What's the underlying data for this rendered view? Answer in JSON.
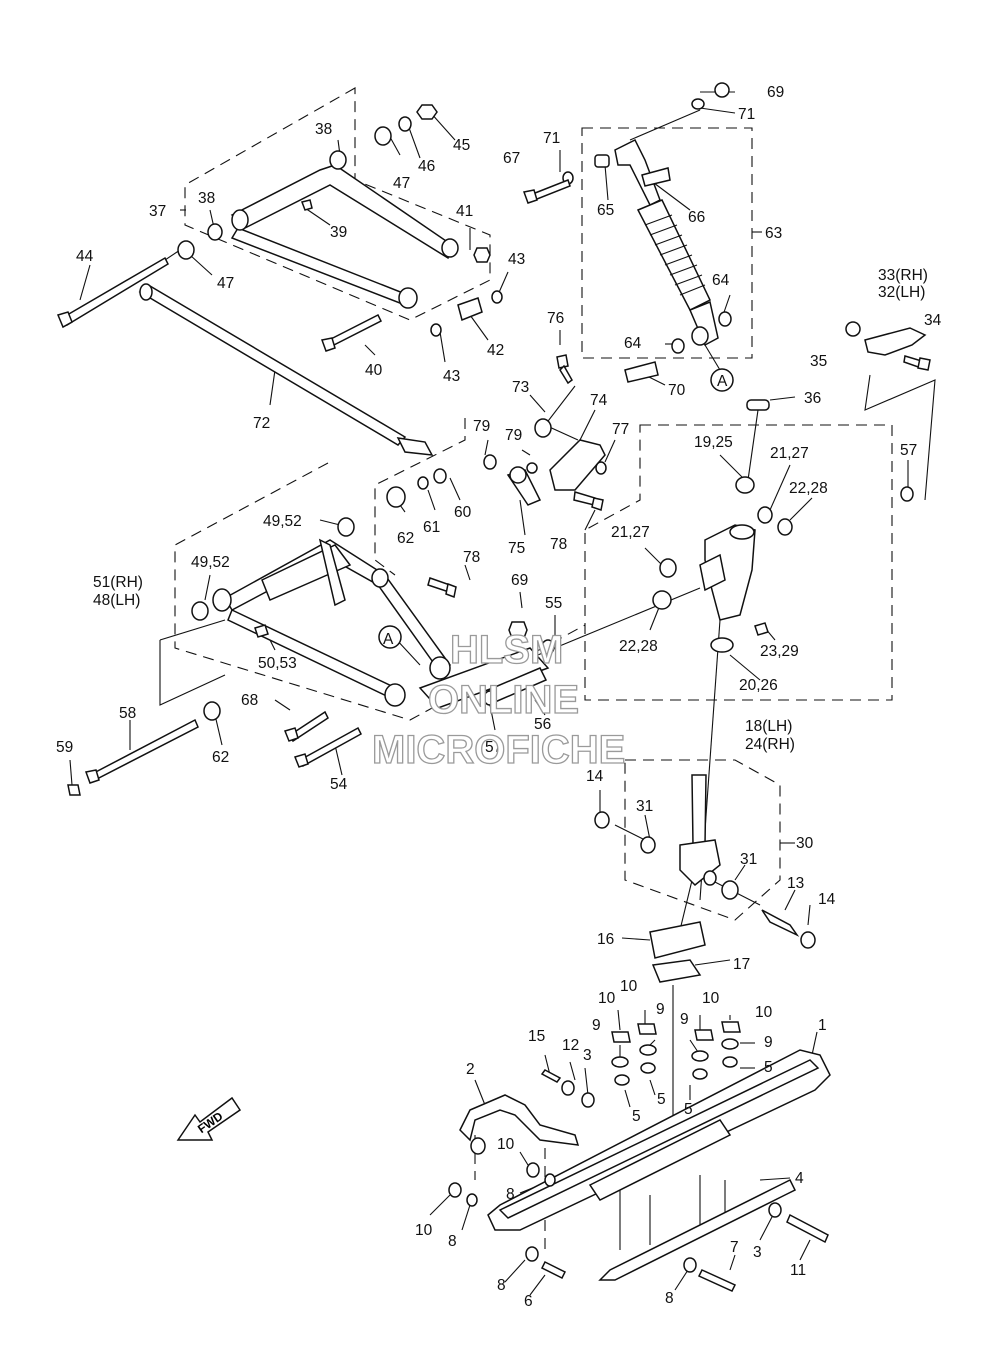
{
  "labels": [
    {
      "id": "l69",
      "text": "69"
    },
    {
      "id": "l71a",
      "text": "71"
    },
    {
      "id": "l38a",
      "text": "38"
    },
    {
      "id": "l45",
      "text": "45"
    },
    {
      "id": "l46",
      "text": "46"
    },
    {
      "id": "l47a",
      "text": "47"
    },
    {
      "id": "l71b",
      "text": "71"
    },
    {
      "id": "l67",
      "text": "67"
    },
    {
      "id": "l65",
      "text": "65"
    },
    {
      "id": "l66",
      "text": "66"
    },
    {
      "id": "l63",
      "text": "63"
    },
    {
      "id": "l37",
      "text": "37"
    },
    {
      "id": "l38b",
      "text": "38"
    },
    {
      "id": "l39",
      "text": "39"
    },
    {
      "id": "l41",
      "text": "41"
    },
    {
      "id": "l44",
      "text": "44"
    },
    {
      "id": "l47b",
      "text": "47"
    },
    {
      "id": "l43a",
      "text": "43"
    },
    {
      "id": "l42",
      "text": "42"
    },
    {
      "id": "l40",
      "text": "40"
    },
    {
      "id": "l43b",
      "text": "43"
    },
    {
      "id": "l64a",
      "text": "64"
    },
    {
      "id": "l64b",
      "text": "64"
    },
    {
      "id": "l70",
      "text": "70"
    },
    {
      "id": "lA1",
      "text": "A"
    },
    {
      "id": "l76",
      "text": "76"
    },
    {
      "id": "l33",
      "text": "33(RH)"
    },
    {
      "id": "l32",
      "text": "32(LH)"
    },
    {
      "id": "l34",
      "text": "34"
    },
    {
      "id": "l35",
      "text": "35"
    },
    {
      "id": "l72",
      "text": "72"
    },
    {
      "id": "l73",
      "text": "73"
    },
    {
      "id": "l74",
      "text": "74"
    },
    {
      "id": "l36",
      "text": "36"
    },
    {
      "id": "l79a",
      "text": "79"
    },
    {
      "id": "l79b",
      "text": "79"
    },
    {
      "id": "l77",
      "text": "77"
    },
    {
      "id": "l1925",
      "text": "19,25"
    },
    {
      "id": "l2127a",
      "text": "21,27"
    },
    {
      "id": "l57a",
      "text": "57"
    },
    {
      "id": "l2228a",
      "text": "22,28"
    },
    {
      "id": "l62a",
      "text": "62"
    },
    {
      "id": "l61",
      "text": "61"
    },
    {
      "id": "l60",
      "text": "60"
    },
    {
      "id": "l4952a",
      "text": "49,52"
    },
    {
      "id": "l75",
      "text": "75"
    },
    {
      "id": "l78a",
      "text": "78"
    },
    {
      "id": "l2127b",
      "text": "21,27"
    },
    {
      "id": "l4952b",
      "text": "49,52"
    },
    {
      "id": "l78b",
      "text": "78"
    },
    {
      "id": "l51",
      "text": "51(RH)"
    },
    {
      "id": "l48",
      "text": "48(LH)"
    },
    {
      "id": "l69b",
      "text": "69"
    },
    {
      "id": "l55",
      "text": "55"
    },
    {
      "id": "l2228b",
      "text": "22,28"
    },
    {
      "id": "l2329",
      "text": "23,29"
    },
    {
      "id": "lA2",
      "text": "A"
    },
    {
      "id": "l5053",
      "text": "50,53"
    },
    {
      "id": "l2026",
      "text": "20,26"
    },
    {
      "id": "l68",
      "text": "68"
    },
    {
      "id": "l58",
      "text": "58"
    },
    {
      "id": "l18",
      "text": "18(LH)"
    },
    {
      "id": "l24",
      "text": "24(RH)"
    },
    {
      "id": "l56",
      "text": "56"
    },
    {
      "id": "l57b",
      "text": "57"
    },
    {
      "id": "l59",
      "text": "59"
    },
    {
      "id": "l62b",
      "text": "62"
    },
    {
      "id": "l54",
      "text": "54"
    },
    {
      "id": "l14a",
      "text": "14"
    },
    {
      "id": "l31a",
      "text": "31"
    },
    {
      "id": "l30",
      "text": "30"
    },
    {
      "id": "l31b",
      "text": "31"
    },
    {
      "id": "l13",
      "text": "13"
    },
    {
      "id": "l14b",
      "text": "14"
    },
    {
      "id": "l16",
      "text": "16"
    },
    {
      "id": "l17",
      "text": "17"
    },
    {
      "id": "l10a",
      "text": "10"
    },
    {
      "id": "l10b",
      "text": "10"
    },
    {
      "id": "l10c",
      "text": "10"
    },
    {
      "id": "l10d",
      "text": "10"
    },
    {
      "id": "l1",
      "text": "1"
    },
    {
      "id": "l9a",
      "text": "9"
    },
    {
      "id": "l9b",
      "text": "9"
    },
    {
      "id": "l9c",
      "text": "9"
    },
    {
      "id": "l9d",
      "text": "9"
    },
    {
      "id": "l15",
      "text": "15"
    },
    {
      "id": "l12",
      "text": "12"
    },
    {
      "id": "l3a",
      "text": "3"
    },
    {
      "id": "l5a",
      "text": "5"
    },
    {
      "id": "l5b",
      "text": "5"
    },
    {
      "id": "l5c",
      "text": "5"
    },
    {
      "id": "l5d",
      "text": "5"
    },
    {
      "id": "l2",
      "text": "2"
    },
    {
      "id": "l10e",
      "text": "10"
    },
    {
      "id": "l8a",
      "text": "8"
    },
    {
      "id": "l4",
      "text": "4"
    },
    {
      "id": "l10f",
      "text": "10"
    },
    {
      "id": "l8b",
      "text": "8"
    },
    {
      "id": "l3b",
      "text": "3"
    },
    {
      "id": "l11",
      "text": "11"
    },
    {
      "id": "l7",
      "text": "7"
    },
    {
      "id": "l8c",
      "text": "8"
    },
    {
      "id": "l6",
      "text": "6"
    },
    {
      "id": "l8d",
      "text": "8"
    }
  ],
  "fwd_badge": "FWD",
  "watermark": [
    "HLSM",
    "ONLINE",
    "MICROFICHE"
  ]
}
